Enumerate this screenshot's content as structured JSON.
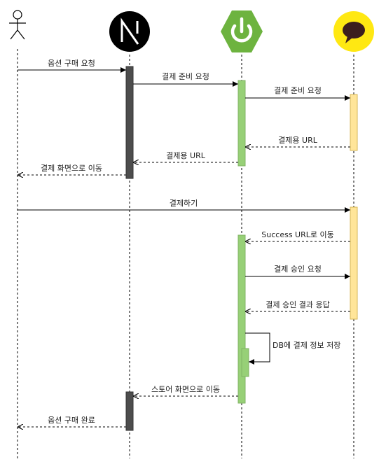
{
  "participants": [
    {
      "id": "user",
      "icon": "stick-figure-user-icon"
    },
    {
      "id": "nextjs",
      "icon": "nextjs-logo-icon",
      "color": "#000000"
    },
    {
      "id": "spring",
      "icon": "spring-boot-power-logo-icon",
      "color": "#6DB33F"
    },
    {
      "id": "kakao",
      "icon": "kakao-speech-bubble-logo-icon",
      "color": "#FFE812"
    }
  ],
  "colors": {
    "next_activation": "#4D4D4D",
    "spring_activation": "#97D077",
    "kakao_activation": "#FFE599",
    "spring_border": "#82B366",
    "kakao_border": "#D6B656"
  },
  "messages": [
    {
      "id": "m1",
      "label": "옵션 구매 요청",
      "style": "solid"
    },
    {
      "id": "m2",
      "label": "결제 준비 요청",
      "style": "solid"
    },
    {
      "id": "m3",
      "label": "결제 준비 요청",
      "style": "solid"
    },
    {
      "id": "m4",
      "label": "결제용 URL",
      "style": "dashed"
    },
    {
      "id": "m5",
      "label": "결제용 URL",
      "style": "dashed"
    },
    {
      "id": "m6",
      "label": "결제 화면으로 이동",
      "style": "dashed"
    },
    {
      "id": "m7",
      "label": "결제하기",
      "style": "solid"
    },
    {
      "id": "m8",
      "label": "Success URL로 이동",
      "style": "dashed"
    },
    {
      "id": "m9",
      "label": "결제 승인 요청",
      "style": "solid"
    },
    {
      "id": "m10",
      "label": "결제 승인 결과 응답",
      "style": "dashed"
    },
    {
      "id": "m11",
      "label": "DB에 결제 정보 저장",
      "style": "self"
    },
    {
      "id": "m12",
      "label": "스토어 화면으로 이동",
      "style": "dashed"
    },
    {
      "id": "m13",
      "label": "옵션 구매 완료",
      "style": "dashed"
    }
  ]
}
